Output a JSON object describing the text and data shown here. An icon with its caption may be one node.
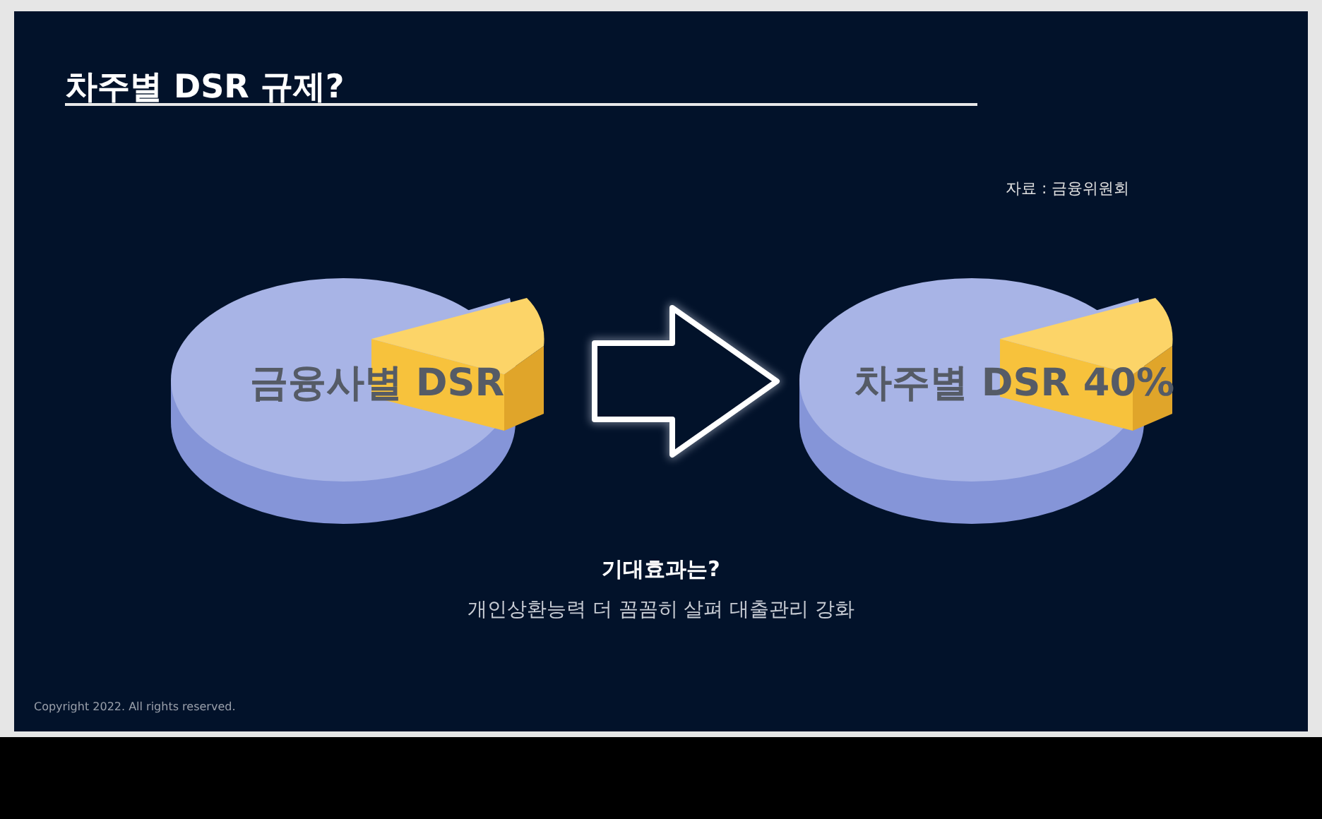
{
  "diagram": {
    "title": "차주별 DSR 규제?",
    "nodes": [
      {
        "text": [
          "금융사별 DSR"
        ]
      },
      {
        "text": [
          "차주별 DSR 40%"
        ]
      }
    ],
    "edges": [
      {
        "from": 0,
        "to": 1,
        "arrow": "to"
      }
    ],
    "labels": [
      "자료 : 금융위원회",
      "기대효과는?",
      "개인상환능력 더 꼼꼼히 살펴 대출관리 강화",
      "Copyright 2022. All rights reserved."
    ]
  }
}
